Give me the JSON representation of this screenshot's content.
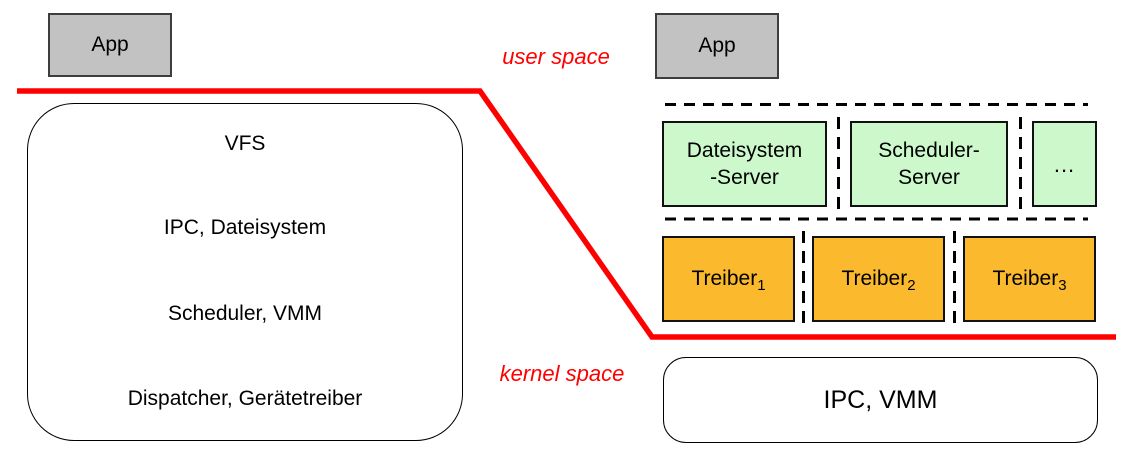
{
  "diagram": {
    "left": {
      "app_label": "App",
      "layers": [
        "VFS",
        "IPC, Dateisystem",
        "Scheduler, VMM",
        "Dispatcher, Gerätetreiber"
      ]
    },
    "boundary": {
      "user_space_label": "user space",
      "kernel_space_label": "kernel space"
    },
    "right": {
      "app_label": "App",
      "servers": [
        {
          "line1": "Dateisystem",
          "line2": "-Server"
        },
        {
          "line1": "Scheduler-",
          "line2": "Server"
        },
        {
          "line1": "...",
          "line2": ""
        }
      ],
      "drivers": [
        {
          "label": "Treiber",
          "sub": "1"
        },
        {
          "label": "Treiber",
          "sub": "2"
        },
        {
          "label": "Treiber",
          "sub": "3"
        }
      ],
      "kernel_label": "IPC, VMM"
    },
    "colors": {
      "boundary_red": "#FF0000",
      "app_gray": "#C2C2C2",
      "server_green": "#CCF8CC",
      "driver_orange": "#FBB92E"
    }
  }
}
